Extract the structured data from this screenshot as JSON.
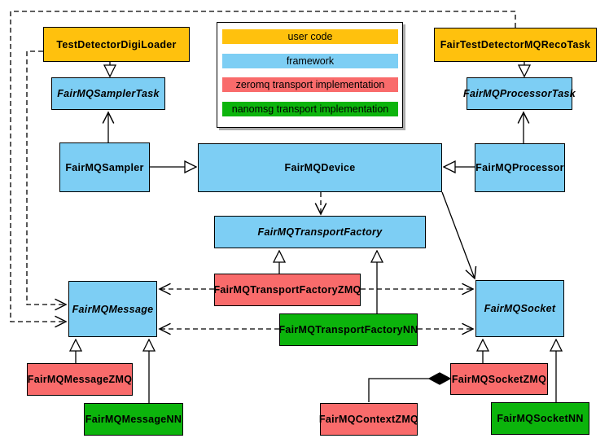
{
  "palette": {
    "user_code": "#FFC10D",
    "framework": "#7DCEF4",
    "zeromq": "#F96B6B",
    "nanomsg": "#0CB40C",
    "line": "#000000",
    "background": "#FFFFFF"
  },
  "legend": {
    "items": [
      {
        "label": "user code",
        "color_key": "user_code"
      },
      {
        "label": "framework",
        "color_key": "framework"
      },
      {
        "label": "zeromq transport implementation",
        "color_key": "zeromq"
      },
      {
        "label": "nanomsg transport implementation",
        "color_key": "nanomsg"
      }
    ]
  },
  "nodes": {
    "test_detector_digi_loader": {
      "label": "TestDetectorDigiLoader",
      "category": "user code",
      "abstract": false
    },
    "fair_test_detector_mq_reco_task": {
      "label": "FairTestDetectorMQRecoTask",
      "category": "user code",
      "abstract": false
    },
    "fairmq_sampler_task": {
      "label": "FairMQSamplerTask",
      "category": "framework",
      "abstract": true
    },
    "fairmq_processor_task": {
      "label": "FairMQProcessorTask",
      "category": "framework",
      "abstract": true
    },
    "fairmq_sampler": {
      "label": "FairMQSampler",
      "category": "framework",
      "abstract": false
    },
    "fairmq_device": {
      "label": "FairMQDevice",
      "category": "framework",
      "abstract": false
    },
    "fairmq_processor": {
      "label": "FairMQProcessor",
      "category": "framework",
      "abstract": false
    },
    "fairmq_transport_factory": {
      "label": "FairMQTransportFactory",
      "category": "framework",
      "abstract": true
    },
    "fairmq_message": {
      "label": "FairMQMessage",
      "category": "framework",
      "abstract": true
    },
    "fairmq_socket": {
      "label": "FairMQSocket",
      "category": "framework",
      "abstract": true
    },
    "fairmq_transport_factory_zmq": {
      "label": "FairMQTransportFactoryZMQ",
      "category": "zeromq",
      "abstract": false
    },
    "fairmq_transport_factory_nn": {
      "label": "FairMQTransportFactoryNN",
      "category": "nanomsg",
      "abstract": false
    },
    "fairmq_message_zmq": {
      "label": "FairMQMessageZMQ",
      "category": "zeromq",
      "abstract": false
    },
    "fairmq_message_nn": {
      "label": "FairMQMessageNN",
      "category": "nanomsg",
      "abstract": false
    },
    "fairmq_socket_zmq": {
      "label": "FairMQSocketZMQ",
      "category": "zeromq",
      "abstract": false
    },
    "fairmq_socket_nn": {
      "label": "FairMQSocketNN",
      "category": "nanomsg",
      "abstract": false
    },
    "fairmq_context_zmq": {
      "label": "FairMQContextZMQ",
      "category": "zeromq",
      "abstract": false
    }
  },
  "edges": [
    {
      "from": "TestDetectorDigiLoader",
      "to": "FairMQSamplerTask",
      "kind": "generalization"
    },
    {
      "from": "FairTestDetectorMQRecoTask",
      "to": "FairMQProcessorTask",
      "kind": "generalization"
    },
    {
      "from": "FairMQSampler",
      "to": "FairMQDevice",
      "kind": "generalization"
    },
    {
      "from": "FairMQProcessor",
      "to": "FairMQDevice",
      "kind": "generalization"
    },
    {
      "from": "FairMQTransportFactoryZMQ",
      "to": "FairMQTransportFactory",
      "kind": "generalization"
    },
    {
      "from": "FairMQTransportFactoryNN",
      "to": "FairMQTransportFactory",
      "kind": "generalization"
    },
    {
      "from": "FairMQMessageZMQ",
      "to": "FairMQMessage",
      "kind": "generalization"
    },
    {
      "from": "FairMQMessageNN",
      "to": "FairMQMessage",
      "kind": "generalization"
    },
    {
      "from": "FairMQSocketZMQ",
      "to": "FairMQSocket",
      "kind": "generalization"
    },
    {
      "from": "FairMQSocketNN",
      "to": "FairMQSocket",
      "kind": "generalization"
    },
    {
      "from": "FairMQSampler",
      "to": "FairMQSamplerTask",
      "kind": "arrow"
    },
    {
      "from": "FairMQProcessor",
      "to": "FairMQProcessorTask",
      "kind": "arrow"
    },
    {
      "from": "FairMQDevice",
      "to": "FairMQSocket",
      "kind": "arrow"
    },
    {
      "from": "FairMQDevice",
      "to": "FairMQTransportFactory",
      "kind": "dashed-arrow"
    },
    {
      "from": "FairMQTransportFactoryZMQ",
      "to": "FairMQMessage",
      "kind": "dashed-arrow"
    },
    {
      "from": "FairMQTransportFactoryZMQ",
      "to": "FairMQSocket",
      "kind": "dashed-arrow"
    },
    {
      "from": "FairMQTransportFactoryNN",
      "to": "FairMQMessage",
      "kind": "dashed-arrow"
    },
    {
      "from": "FairMQTransportFactoryNN",
      "to": "FairMQSocket",
      "kind": "dashed-arrow"
    },
    {
      "from": "TestDetectorDigiLoader",
      "to": "FairMQMessage",
      "kind": "dashed-arrow"
    },
    {
      "from": "FairTestDetectorMQRecoTask",
      "to": "FairMQMessage",
      "kind": "dashed-arrow"
    },
    {
      "from": "FairMQSocketZMQ",
      "to": "FairMQContextZMQ",
      "kind": "composition"
    }
  ]
}
